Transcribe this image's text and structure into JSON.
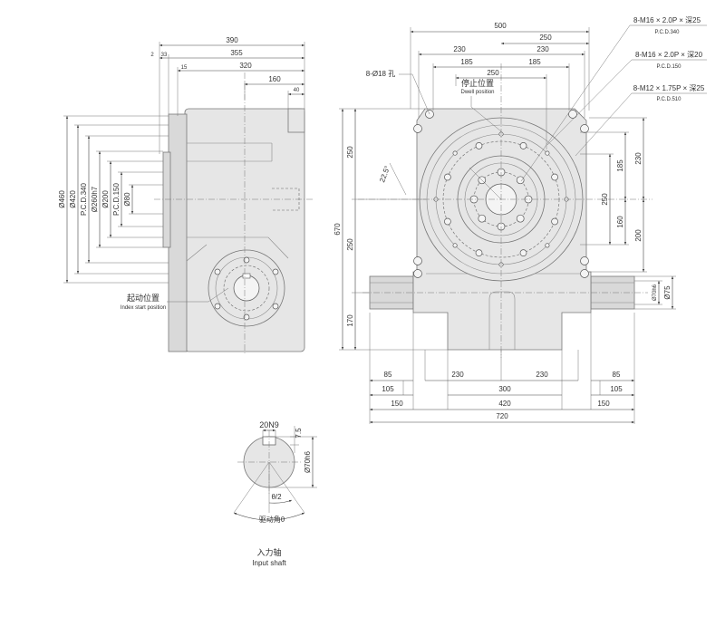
{
  "side_view": {
    "dims_top": [
      "390",
      "2",
      "33",
      "355",
      "15",
      "320",
      "160",
      "40"
    ],
    "dims_left": [
      "Ø460",
      "Ø420",
      "P.C.D.340",
      "Ø260h7",
      "Ø200",
      "P.C.D.150",
      "Ø80"
    ],
    "index_start_cn": "起动位置",
    "index_start_en": "Index start position"
  },
  "front_view": {
    "dims_top": [
      "500",
      "250",
      "230",
      "230",
      "185",
      "185",
      "250"
    ],
    "hole_label": "8-Ø18 孔",
    "dwell_cn": "停止位置",
    "dwell_en": "Dwell position",
    "angle": "22.5°",
    "callouts": [
      {
        "thread": "8-M16 × 2.0P × 深25",
        "pcd": "P.C.D.340"
      },
      {
        "thread": "8-M16 × 2.0P × 深20",
        "pcd": "P.C.D.150"
      },
      {
        "thread": "8-M12 × 1.75P × 深25",
        "pcd": "P.C.D.510"
      }
    ],
    "dims_left": [
      "250",
      "250",
      "670",
      "170"
    ],
    "dims_right": [
      "185",
      "230",
      "250",
      "160",
      "200",
      "Ø70h6",
      "Ø75"
    ],
    "dims_bottom_row1": [
      "85",
      "230",
      "230",
      "85"
    ],
    "dims_bottom_row2": [
      "105",
      "300",
      "105"
    ],
    "dims_bottom_row3": [
      "150",
      "420",
      "150"
    ],
    "dims_bottom_row4": [
      "720"
    ]
  },
  "input_shaft": {
    "key": "20N9",
    "depth": "7.5",
    "dia": "Ø70h6",
    "half_angle": "θ/2",
    "drive_angle": "驱动角θ",
    "title_cn": "入力轴",
    "title_en": "Input shaft"
  }
}
